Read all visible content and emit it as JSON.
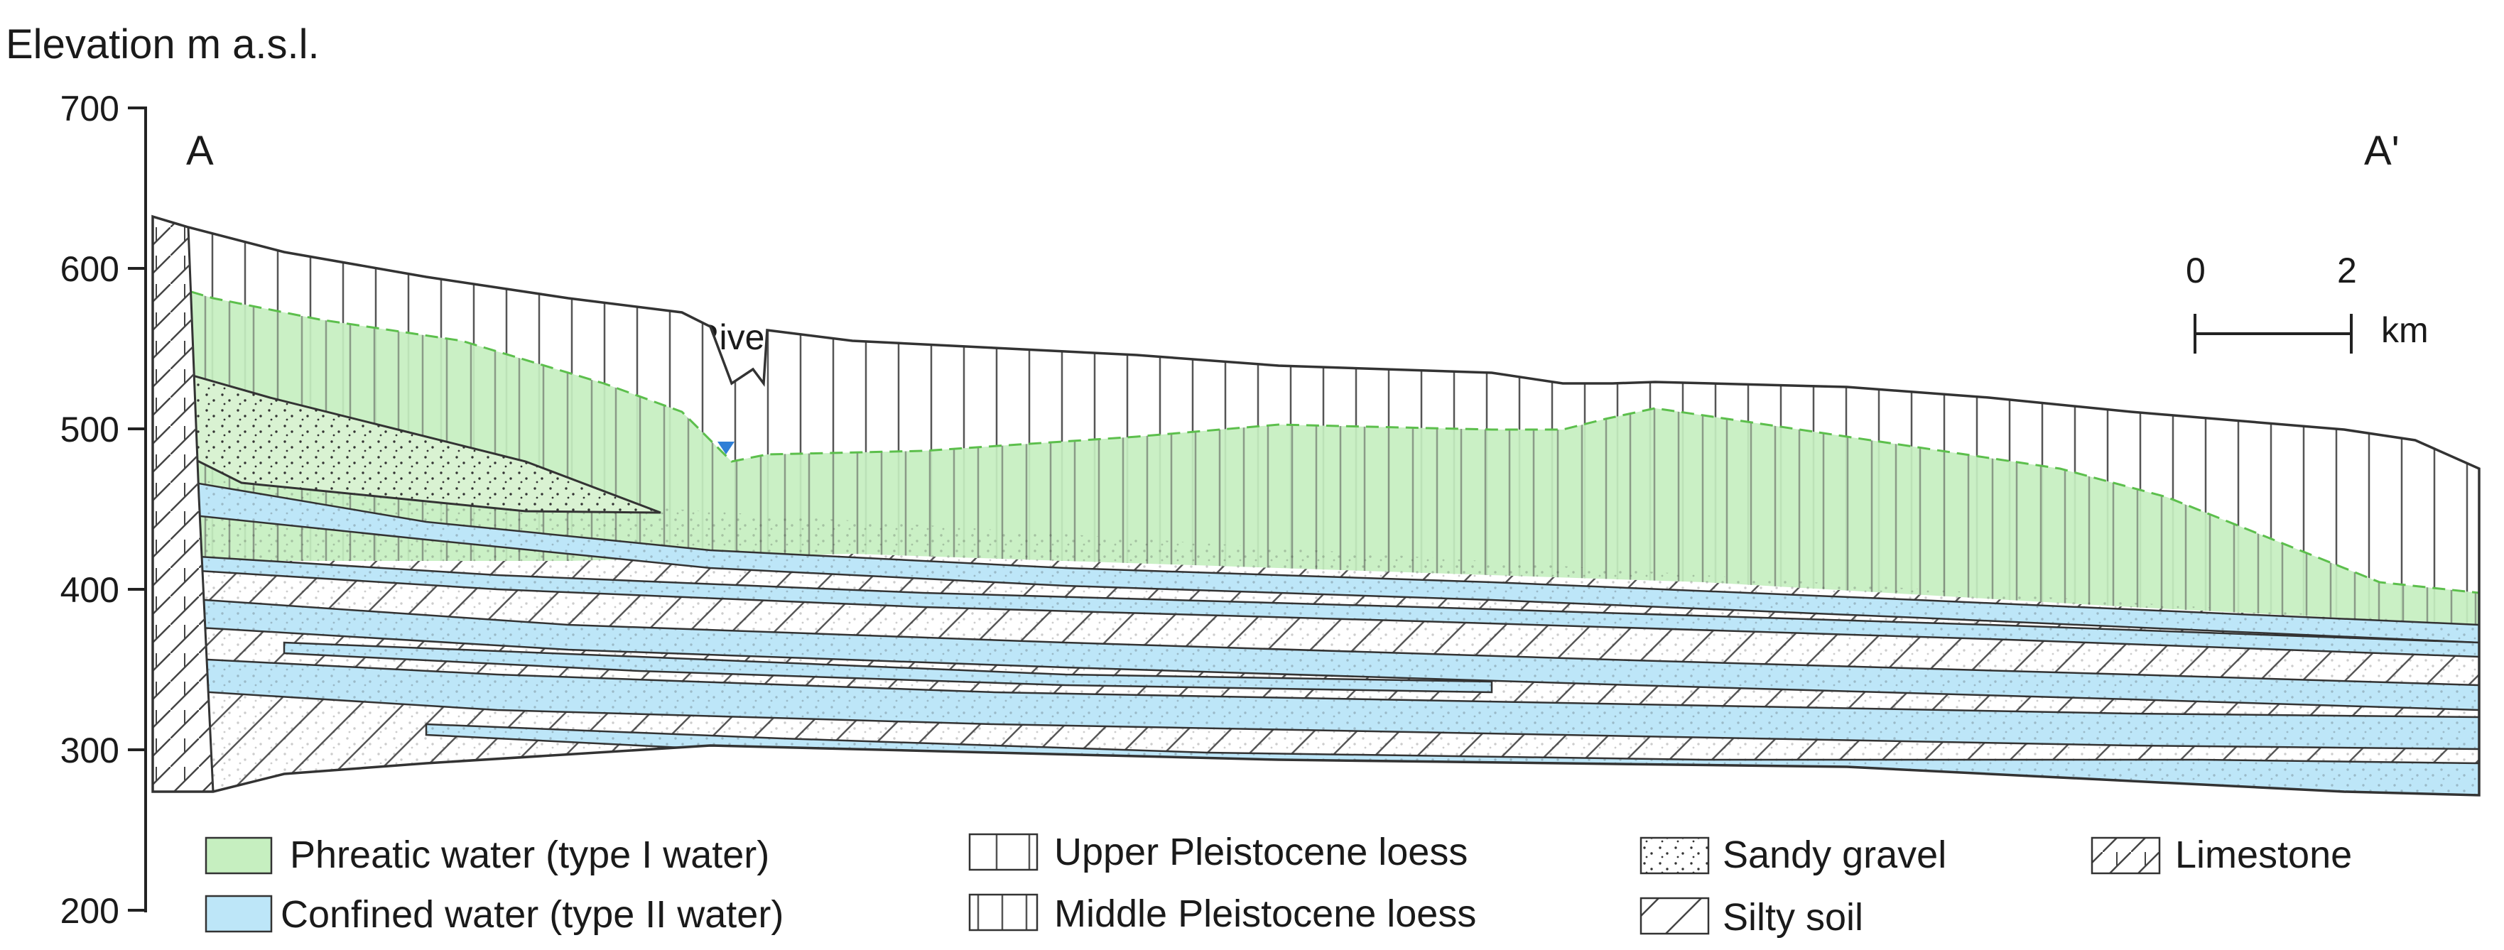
{
  "axis": {
    "title": "Elevation m a.s.l.",
    "ticks": [
      "700",
      "600",
      "500",
      "400",
      "300",
      "200"
    ],
    "range": [
      200,
      700
    ]
  },
  "section": {
    "start_label": "A",
    "end_label": "A'",
    "river_label": "Gan River"
  },
  "scale_bar": {
    "start": "0",
    "end": "2",
    "unit": "km"
  },
  "legend": {
    "phreatic": "Phreatic water (type I water)",
    "confined": "Confined water (type II water)",
    "upper_loess": "Upper Pleistocene loess",
    "middle_loess": "Middle Pleistocene loess",
    "sandy_gravel": "Sandy gravel",
    "silty_soil": "Silty soil",
    "limestone": "Limestone"
  },
  "colors": {
    "phreatic_water": "#c6efc0",
    "confined_water": "#bde6f8",
    "water_table_line": "#5cbf4c",
    "river_marker": "#2f7fd6",
    "outline": "#333333"
  }
}
